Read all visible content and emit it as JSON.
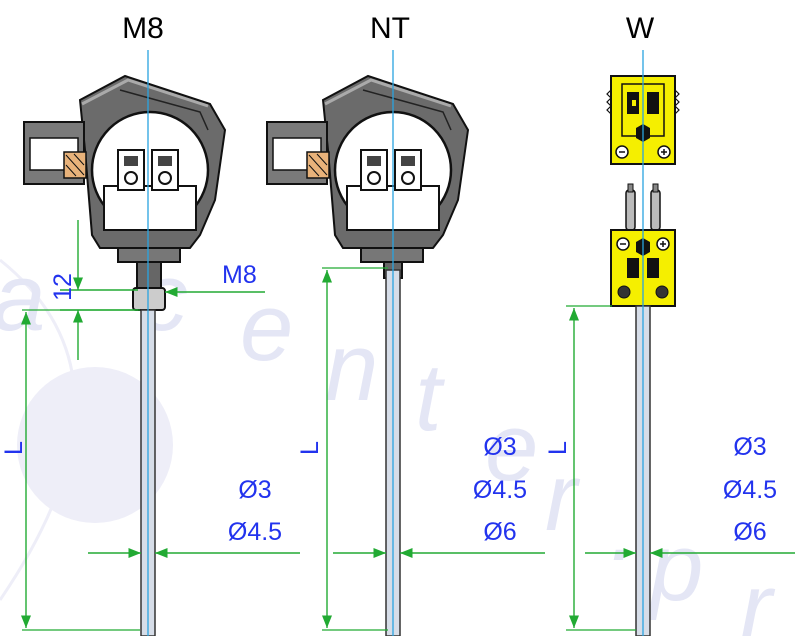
{
  "watermark": {
    "letters": [
      "a",
      "c",
      "e",
      "n",
      "t",
      "e",
      "r",
      ".",
      "p",
      "r"
    ]
  },
  "variants": [
    {
      "title": "M8",
      "dimensions": {
        "thread_height": "12",
        "thread_label": "M8",
        "length": "L",
        "diameters": [
          "Ø3",
          "Ø4.5"
        ]
      }
    },
    {
      "title": "NT",
      "dimensions": {
        "length": "L",
        "diameters": [
          "Ø3",
          "Ø4.5",
          "Ø6"
        ]
      }
    },
    {
      "title": "W",
      "dimensions": {
        "length": "L",
        "diameters": [
          "Ø3",
          "Ø4.5",
          "Ø6"
        ]
      }
    }
  ],
  "colors": {
    "dimension": "#2233ee",
    "dimension_line": "#22aa33",
    "axis": "#2aa3e0",
    "head": "#555555",
    "connector": "#f5ef00",
    "sheath": "#d6dde8"
  }
}
